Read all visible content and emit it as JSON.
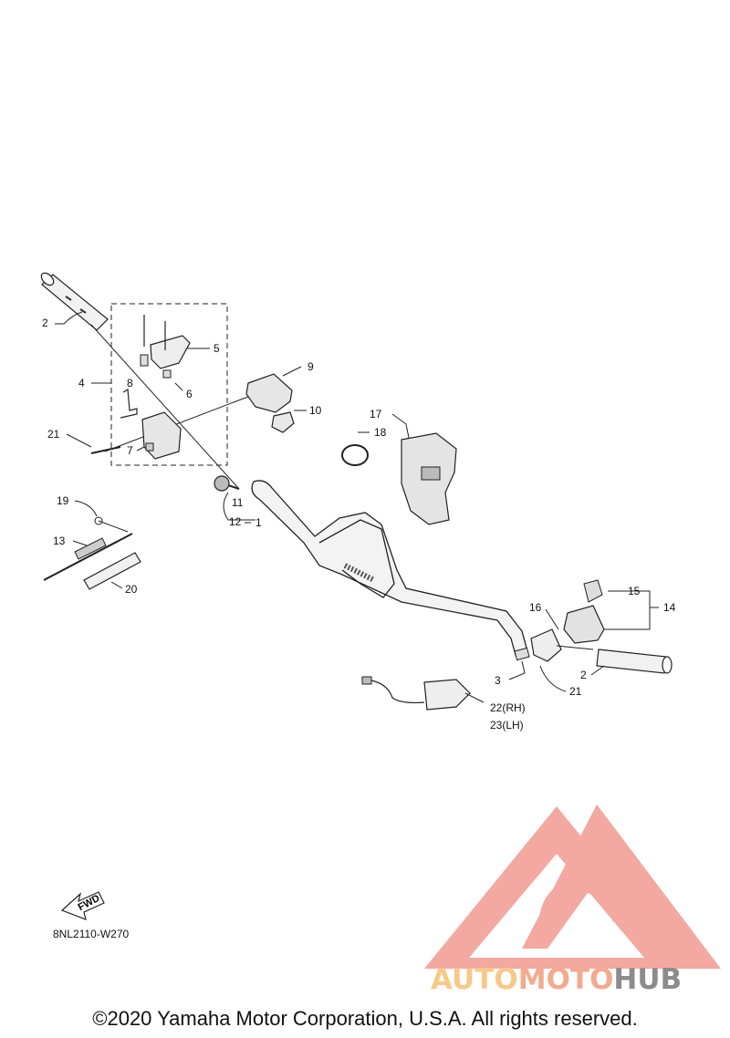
{
  "callouts": {
    "c2a": "2",
    "c4": "4",
    "c8": "8",
    "c5": "5",
    "c6": "6",
    "c21a": "21",
    "c7": "7",
    "c9": "9",
    "c10": "10",
    "c17": "17",
    "c18": "18",
    "c11": "11",
    "c12": "12",
    "c1": "1",
    "c19": "19",
    "c13": "13",
    "c20": "20",
    "c15": "15",
    "c14": "14",
    "c16": "16",
    "c3": "3",
    "c2b": "2",
    "c21b": "21",
    "c22": "22(RH)",
    "c23": "23(LH)"
  },
  "fwd_label": "FWD",
  "diagram_code": "8NL2110-W270",
  "watermark": {
    "auto": "AUTO",
    "moto": "MOTO",
    "hub": "HUB",
    "color_auto": "#f6c98a",
    "color_moto": "#f3aa8f",
    "color_hub": "#8c8c8c",
    "logo_color": "#f19a92"
  },
  "copyright": "©2020 Yamaha Motor Corporation, U.S.A. All rights reserved."
}
